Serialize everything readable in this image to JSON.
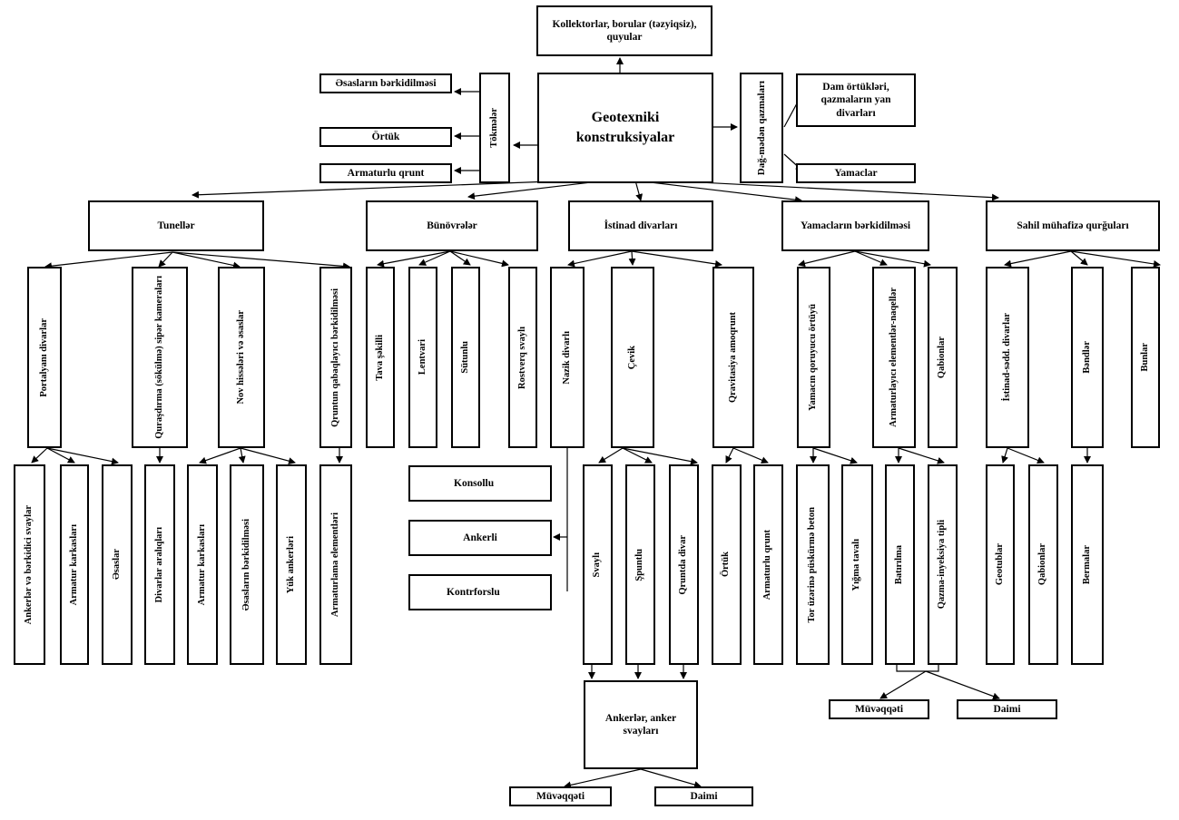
{
  "nodes": {
    "collectors": "Kollektorlar, borular (təzyiqsiz), quyular",
    "geotech": "Geotexniki konstruksiyalar",
    "tokmeler": "Tökmələr",
    "dag_qazmalari": "Dağ-mədən qazmaları",
    "esaslarin_berkidilmesi_top": "Əsasların bərkidilməsi",
    "ortuk_top": "Örtük",
    "armaturlu_qrunt_top": "Armaturlu qrunt",
    "dam_ortukleri": "Dam örtükləri, qazmaların yan divarları",
    "yamaclar": "Yamaclar",
    "tuneller": "Tunellər",
    "bunovreler": "Bünövrələr",
    "istinad_divarlari": "İstinad divarları",
    "yamaclarin_berkidilmesi": "Yamacların bərkidilməsi",
    "sahil_muhafize": "Sahil mühafizə qurğuları",
    "portal_divarlari": "Portalyanı divarlar",
    "qurashdirma": "Quraşdırma (sökülmə) sipər kameraları",
    "nov_hisseleri": "Nov hissələri və əsaslar",
    "qruntun_berkidilmesi": "Qruntun qabaqlayıcı bərkidilməsi",
    "tava": "Tava şəkilli",
    "lentvari": "Lentvari",
    "sutunlu": "Sütunlu",
    "rostverq": "Rostverq svaylı",
    "nazik": "Nazik divarlı",
    "cevik": "Çevik",
    "qravitasiya": "Qravitasiya amoqrunt",
    "yamacin_qoruyucu": "Yamacın qoruyucu örtüyü",
    "armaturlayici_elementler": "Armaturlayıcı elementlər-naqellər",
    "qabionlar_1": "Qabionlar",
    "istinad_sedd": "İstinad-sədd. divarlar",
    "bendler": "Bəndlər",
    "bunlar": "Bunlar",
    "ankerler_berkidici": "Ankerlər və bərkidici svaylar",
    "armatur_karkaslari_1": "Armatur karkasları",
    "esaslar": "Əsaslar",
    "divarlar_araliqlari": "Divarlar aralıqları",
    "armatur_karkaslari_2": "Armatur karkasları",
    "esaslarin_berkidilmesi_low": "Əsasların bərkidilməsi",
    "yuk_ankerleri": "Yük ankerləri",
    "armaturlama_elementleri": "Armaturlama elementləri",
    "konsollu": "Konsollu",
    "ankerli": "Ankerli",
    "kontrforslu": "Kontrforslu",
    "svayli": "Svaylı",
    "shpuntlu": "Şpuntlu",
    "qruntda_divar": "Qruntda divar",
    "ortuk_low": "Örtük",
    "armaturlu_qrunt_low": "Armaturlu qrunt",
    "tor_uzerine": "Tor üzərinə püskürmə beton",
    "yigma_tavali": "Yığma tavalı",
    "batirilma": "Batırılma",
    "qazma_inyeksiya": "Qazma-inyeksiya tipli",
    "geotubler": "Geotublar",
    "qabionlar_2": "Qabionlar",
    "bermaler": "Bermalar",
    "ankerler_anker_svaylari": "Ankerlər, anker svayları",
    "muveqqeti_1": "Müvəqqəti",
    "daimi_1": "Daimi",
    "muveqqeti_2": "Müvəqqəti",
    "daimi_2": "Daimi"
  }
}
